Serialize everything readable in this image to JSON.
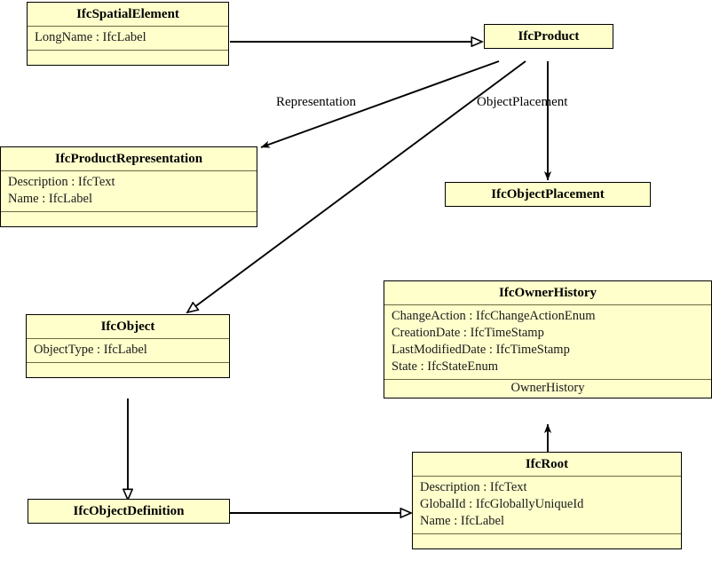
{
  "diagram": {
    "title": "IFC UML class diagram",
    "type": "uml-class-diagram",
    "colors": {
      "class_fill": "#FFFFCC",
      "class_border": "#000000",
      "compartment_divider": "#6B6B3F",
      "connector": "#000000",
      "background": "#FFFFFF"
    }
  },
  "classes": {
    "ifc_spatial_element": {
      "name": "IfcSpatialElement",
      "attributes": [
        "LongName : IfcLabel"
      ]
    },
    "ifc_product": {
      "name": "IfcProduct",
      "attributes": []
    },
    "ifc_product_representation": {
      "name": "IfcProductRepresentation",
      "attributes": [
        "Description : IfcText",
        "Name : IfcLabel"
      ]
    },
    "ifc_object_placement": {
      "name": "IfcObjectPlacement",
      "attributes": []
    },
    "ifc_object": {
      "name": "IfcObject",
      "attributes": [
        "ObjectType : IfcLabel"
      ]
    },
    "ifc_owner_history": {
      "name": "IfcOwnerHistory",
      "attributes": [
        "ChangeAction : IfcChangeActionEnum",
        "CreationDate : IfcTimeStamp",
        "LastModifiedDate : IfcTimeStamp",
        "State : IfcStateEnum"
      ],
      "role_label": "OwnerHistory"
    },
    "ifc_object_definition": {
      "name": "IfcObjectDefinition",
      "attributes": []
    },
    "ifc_root": {
      "name": "IfcRoot",
      "attributes": [
        "Description : IfcText",
        "GlobalId : IfcGloballyUniqueId",
        "Name : IfcLabel"
      ]
    }
  },
  "edge_labels": {
    "representation": "Representation",
    "object_placement": "ObjectPlacement"
  },
  "relationships": [
    {
      "from": "IfcSpatialElement",
      "to": "IfcProduct",
      "kind": "generalization",
      "arrowhead": "hollow-triangle",
      "label": ""
    },
    {
      "from": "IfcProduct",
      "to": "IfcProductRepresentation",
      "kind": "association",
      "arrowhead": "filled",
      "label": "Representation"
    },
    {
      "from": "IfcProduct",
      "to": "IfcObjectPlacement",
      "kind": "association",
      "arrowhead": "filled",
      "label": "ObjectPlacement"
    },
    {
      "from": "IfcProduct",
      "to": "IfcObject",
      "kind": "generalization",
      "arrowhead": "hollow-triangle",
      "label": ""
    },
    {
      "from": "IfcObject",
      "to": "IfcObjectDefinition",
      "kind": "generalization",
      "arrowhead": "hollow-triangle",
      "label": ""
    },
    {
      "from": "IfcObjectDefinition",
      "to": "IfcRoot",
      "kind": "generalization",
      "arrowhead": "hollow-triangle",
      "label": ""
    },
    {
      "from": "IfcRoot",
      "to": "IfcOwnerHistory",
      "kind": "association",
      "arrowhead": "filled",
      "label": "OwnerHistory"
    }
  ]
}
